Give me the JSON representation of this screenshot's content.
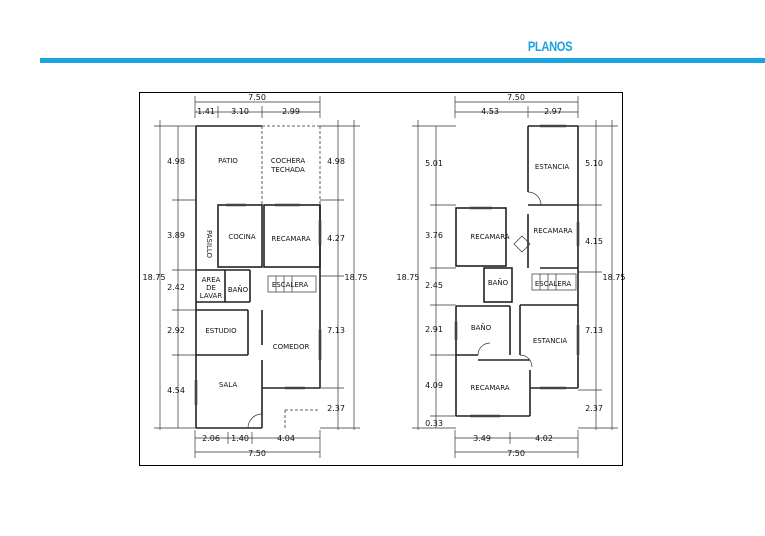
{
  "header": {
    "title": "PLANOS"
  },
  "plan_ground": {
    "dims": {
      "top_total": "7.50",
      "top_a": "1.41",
      "top_b": "3.10",
      "top_c": "2.99",
      "left_1": "4.98",
      "left_2": "3.89",
      "left_3": "2.42",
      "left_4": "2.92",
      "left_5": "4.54",
      "left_total": "18.75",
      "right_1": "4.98",
      "right_2": "4.27",
      "right_3": "7.13",
      "right_4": "2.37",
      "right_total": "18.75",
      "bottom_a": "2.06",
      "bottom_b": "1.40",
      "bottom_c": "4.04",
      "bottom_total": "7.50"
    },
    "rooms": {
      "patio": "PATIO",
      "cochera_1": "COCHERA",
      "cochera_2": "TECHADA",
      "pasillo": "PASILLO",
      "cocina": "COCINA",
      "recamara": "RECAMARA",
      "area_1": "AREA",
      "area_2": "DE",
      "area_3": "LAVAR",
      "bano": "BAÑO",
      "escalera": "ESCALERA",
      "estudio": "ESTUDIO",
      "comedor": "COMEDOR",
      "sala": "SALA"
    }
  },
  "plan_upper": {
    "dims": {
      "top_total": "7.50",
      "top_a": "4.53",
      "top_b": "2.97",
      "left_1": "5.01",
      "left_2": "3.76",
      "left_3": "2.45",
      "left_4": "2.91",
      "left_5": "4.09",
      "left_6": "0.33",
      "left_total": "18.75",
      "right_1": "5.10",
      "right_2": "4.15",
      "right_3": "7.13",
      "right_4": "2.37",
      "right_total": "18.75",
      "bottom_a": "3.49",
      "bottom_b": "4.02",
      "bottom_total": "7.50"
    },
    "rooms": {
      "estancia_top": "ESTANCIA",
      "recamara_1": "RECAMARA",
      "recamara_2": "RECAMARA",
      "bano_1": "BAÑO",
      "escalera": "ESCALERA",
      "bano_2": "BAÑO",
      "estancia": "ESTANCIA",
      "recamara_3": "RECAMARA"
    }
  }
}
